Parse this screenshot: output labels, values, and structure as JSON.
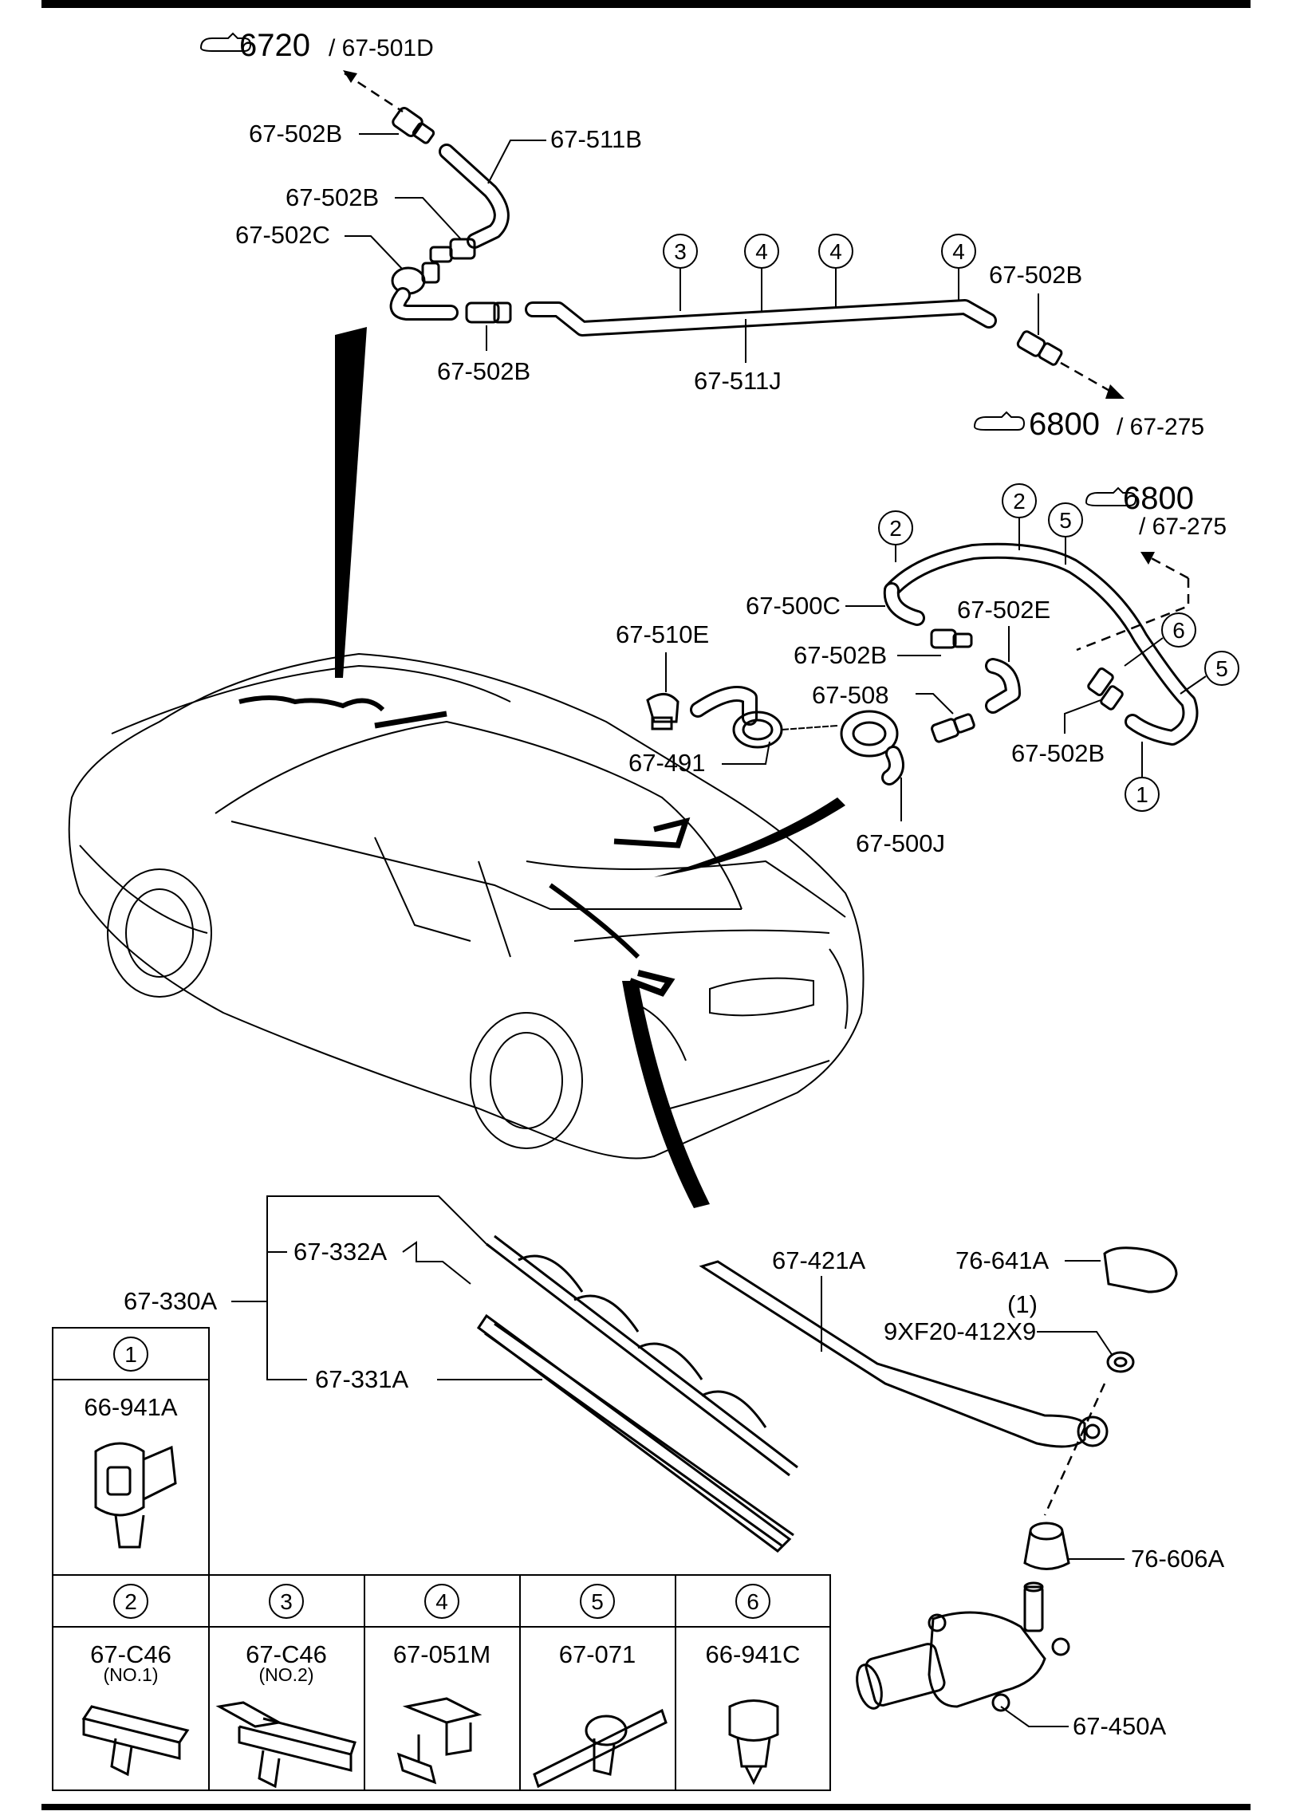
{
  "references": {
    "top_left": {
      "big": "6720",
      "small": "/ 67-501D"
    },
    "mid_right": {
      "big": "6800",
      "small": "/ 67-275"
    },
    "upper_right": {
      "big": "6800",
      "small": "/ 67-275"
    }
  },
  "labels": {
    "p67_502B_a": "67-502B",
    "p67_511B": "67-511B",
    "p67_502B_b": "67-502B",
    "p67_502C": "67-502C",
    "p67_502B_c": "67-502B",
    "p67_511J": "67-511J",
    "p67_502B_d": "67-502B",
    "p67_500C": "67-500C",
    "p67_502E": "67-502E",
    "p67_510E": "67-510E",
    "p67_502B_e": "67-502B",
    "p67_508": "67-508",
    "p67_491": "67-491",
    "p67_500J": "67-500J",
    "p67_502B_f": "67-502B",
    "p67_332A": "67-332A",
    "p67_330A": "67-330A",
    "p67_331A": "67-331A",
    "p67_421A": "67-421A",
    "p76_641A": "76-641A",
    "qty": "(1)",
    "p9XF20": "9XF20-412X9",
    "p76_606A": "76-606A",
    "p67_450A": "67-450A"
  },
  "callouts_top": [
    "3",
    "4",
    "4",
    "4"
  ],
  "callouts_mid": [
    "2",
    "2",
    "5",
    "6",
    "5",
    "1"
  ],
  "legend": [
    {
      "num": "1",
      "part": "66-941A",
      "sub": ""
    },
    {
      "num": "2",
      "part": "67-C46",
      "sub": "(NO.1)"
    },
    {
      "num": "3",
      "part": "67-C46",
      "sub": "(NO.2)"
    },
    {
      "num": "4",
      "part": "67-051M",
      "sub": ""
    },
    {
      "num": "5",
      "part": "67-071",
      "sub": ""
    },
    {
      "num": "6",
      "part": "66-941C",
      "sub": ""
    }
  ]
}
